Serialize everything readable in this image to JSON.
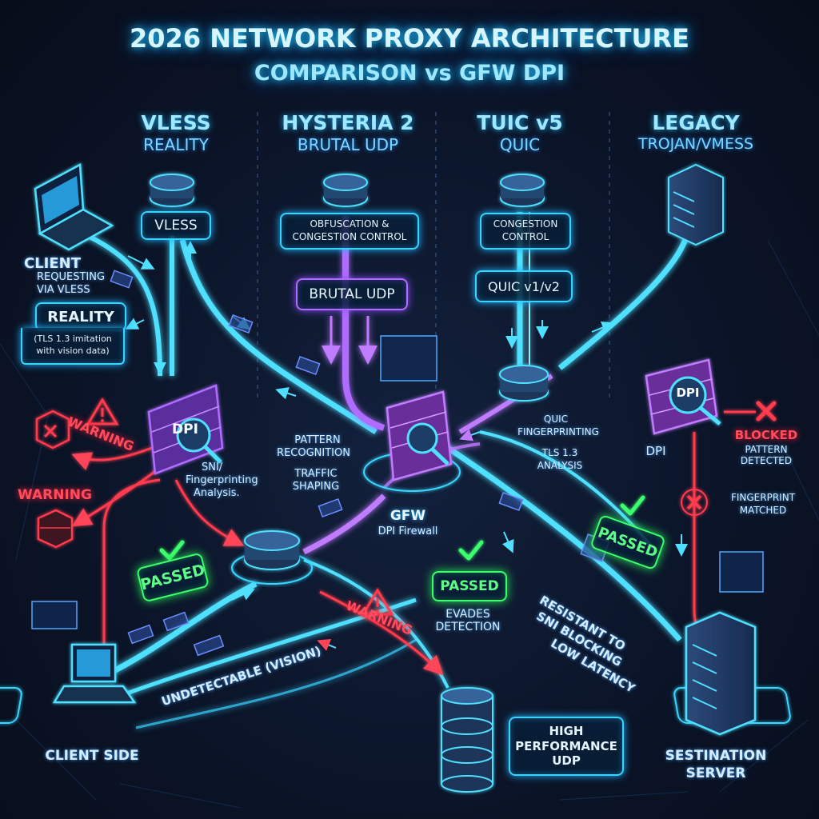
{
  "title": {
    "main": "2026 NETWORK PROXY ARCHITECTURE",
    "sub": "COMPARISON vs GFW DPI"
  },
  "columns": [
    {
      "name": "VLESS",
      "sub": "REALITY"
    },
    {
      "name": "HYSTERIA 2",
      "sub": "BRUTAL UDP"
    },
    {
      "name": "TUIC v5",
      "sub": "QUIC"
    },
    {
      "name": "LEGACY",
      "sub": "TROJAN/VMESS"
    }
  ],
  "boxes": {
    "vless": "VLESS",
    "obfuscation_l1": "OBFUSCATION &",
    "obfuscation_l2": "CONGESTION CONTROL",
    "brutal_udp": "BRUTAL UDP",
    "congestion_l1": "CONGESTION",
    "congestion_l2": "CONTROL",
    "quic_ver": "QUIC v1/v2",
    "reality": "REALITY",
    "reality_note_l1": "(TLS 1.3 imitation",
    "reality_note_l2": "with vision data)",
    "passed_left": "PASSED",
    "passed_center": "PASSED",
    "passed_right": "PASSED",
    "high_perf_l1": "HIGH",
    "high_perf_l2": "PERFORMANCE",
    "high_perf_l3": "UDP"
  },
  "labels": {
    "client_l1": "CLIENT",
    "client_l2": "REQUESTING",
    "client_l3": "VIA VLESS",
    "warning_1": "WARNING",
    "warning_2": "WARNING",
    "warning_3": "WARNING",
    "dpi_left": "DPI",
    "sni_l1": "SNI/",
    "sni_l2": "Fingerprinting",
    "sni_l3": "Analysis.",
    "pattern_l1": "PATTERN",
    "pattern_l2": "RECOGNITION",
    "traffic_l1": "TRAFFIC",
    "traffic_l2": "SHAPING",
    "gfw": "GFW",
    "gfw_sub": "DPI Firewall",
    "quic_fp_l1": "QUIC",
    "quic_fp_l2": "FINGERPRINTING",
    "tls_l1": "TLS 1.3",
    "tls_l2": "ANALYSIS",
    "dpi_right_icon": "DPI",
    "dpi_right": "DPI",
    "blocked": "BLOCKED",
    "pattern_det_l1": "PATTERN",
    "pattern_det_l2": "DETECTED",
    "fp_matched_l1": "FINGERPRINT",
    "fp_matched_l2": "MATCHED",
    "evades_l1": "EVADES",
    "evades_l2": "DETECTION",
    "resistant_l1": "RESISTANT TO",
    "resistant_l2": "SNI BLOCKING",
    "low_latency": "LOW LATENCY",
    "undetectable": "UNDETECTABLE (VISION)",
    "client_side": "CLIENT SIDE",
    "dest_l1": "SESTINATION",
    "dest_l2": "SERVER"
  },
  "colors": {
    "cyan": "#38d4ff",
    "purple": "#a65cff",
    "red": "#ff3b4e",
    "green": "#3dff6e",
    "background": "#0a1122"
  },
  "icons": [
    "laptop-icon",
    "router-icon",
    "server-icon",
    "firewall-icon",
    "magnifier-icon",
    "warning-icon",
    "check-icon",
    "x-icon",
    "database-icon"
  ]
}
